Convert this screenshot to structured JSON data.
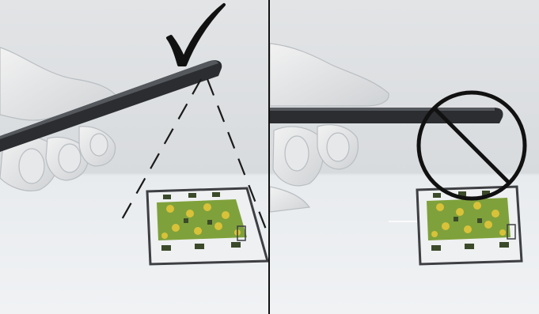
{
  "panels": [
    {
      "id": "correct",
      "indicator": "checkmark",
      "indicator_icon": "checkmark-icon",
      "device_orientation": "angled",
      "scan_beam": "dashed-cone"
    },
    {
      "id": "incorrect",
      "indicator": "prohibited",
      "indicator_icon": "prohibited-icon",
      "device_orientation": "flat",
      "scan_beam": "none"
    }
  ],
  "colors": {
    "background": "#dcdfe2",
    "table": "#e7eaec",
    "device": "#2b2d30",
    "indicator": "#111111",
    "target_frame": "#3d3f43",
    "target_green": "#7fa13b",
    "target_yellow": "#d8c23a",
    "target_dark": "#3b4a2a"
  }
}
